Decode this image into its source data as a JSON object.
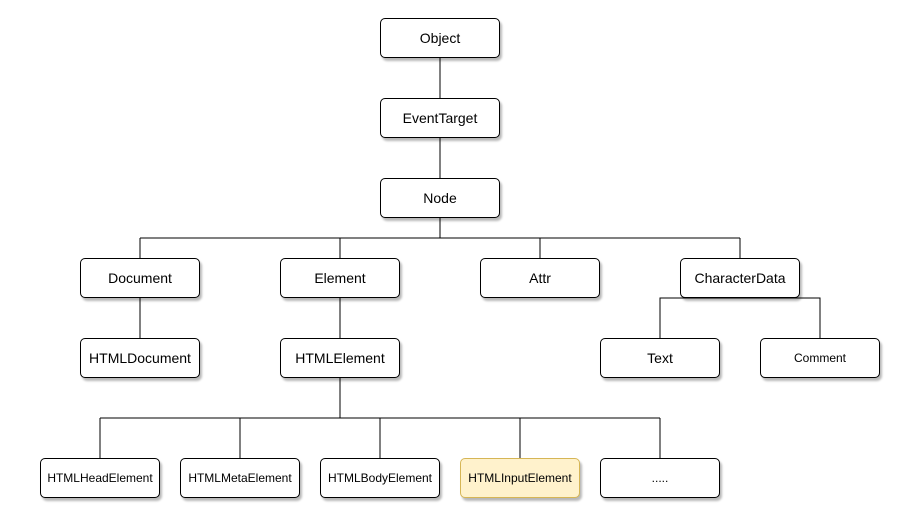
{
  "diagram": {
    "nodes": {
      "object": "Object",
      "event_target": "EventTarget",
      "node": "Node",
      "document": "Document",
      "element": "Element",
      "attr": "Attr",
      "character_data": "CharacterData",
      "html_document": "HTMLDocument",
      "html_element": "HTMLElement",
      "text": "Text",
      "comment": "Comment",
      "html_head_element": "HTMLHeadElement",
      "html_meta_element": "HTMLMetaElement",
      "html_body_element": "HTMLBodyElement",
      "html_input_element": "HTMLInputElement",
      "more": "....."
    },
    "highlight_color": "#fff2cc",
    "highlight_border": "#d6b656",
    "edges": [
      [
        "object",
        "event_target"
      ],
      [
        "event_target",
        "node"
      ],
      [
        "node",
        "document"
      ],
      [
        "node",
        "element"
      ],
      [
        "node",
        "attr"
      ],
      [
        "node",
        "character_data"
      ],
      [
        "document",
        "html_document"
      ],
      [
        "element",
        "html_element"
      ],
      [
        "character_data",
        "text"
      ],
      [
        "character_data",
        "comment"
      ],
      [
        "html_element",
        "html_head_element"
      ],
      [
        "html_element",
        "html_meta_element"
      ],
      [
        "html_element",
        "html_body_element"
      ],
      [
        "html_element",
        "html_input_element"
      ],
      [
        "html_element",
        "more"
      ]
    ]
  }
}
